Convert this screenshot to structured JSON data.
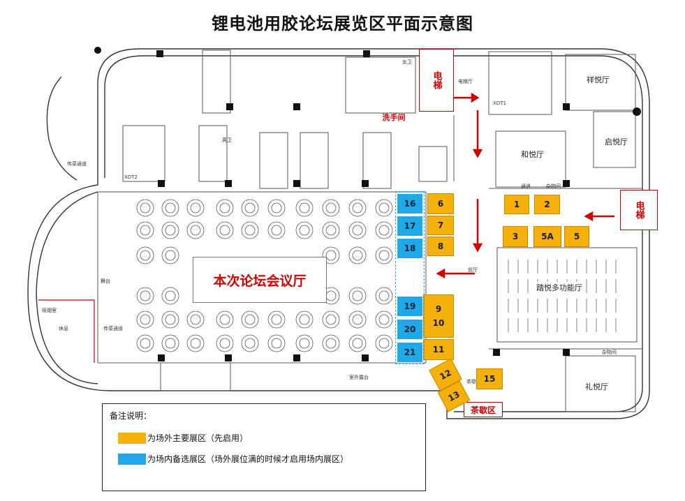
{
  "title": "锂电池用胶论坛展览区平面示意图",
  "hall_label": "本次论坛会议厅",
  "labels": {
    "elevator_top": "电梯",
    "elevator_right": "电梯",
    "washroom": "洗手间",
    "tea_area": "茶歇区"
  },
  "rooms": {
    "xiangyue": "祥悦厅",
    "qiyue": "启悦厅",
    "heyue": "和悦厅",
    "liyue": "礼悦厅",
    "multi": "踏悦多功能厅"
  },
  "small_labels": {
    "female_wc": "女卫",
    "male_wc": "男卫",
    "elevator_hall": "电梯厅",
    "storage1": "杂物间",
    "storage2": "杂物间",
    "front_hall": "前厅",
    "xdt1": "XDT1",
    "xdt2": "XDT2",
    "outdoor": "室外露台",
    "tea_small": "茶歇",
    "pass": "通道",
    "kitchen": "休息",
    "passage_left": "传菜通道",
    "passage_mid": "传菜通道",
    "stage": "舞台",
    "smoke": "吸烟室"
  },
  "booths_main": [
    {
      "id": "1"
    },
    {
      "id": "2"
    },
    {
      "id": "3"
    },
    {
      "id": "5A"
    },
    {
      "id": "5"
    },
    {
      "id": "6"
    },
    {
      "id": "7"
    },
    {
      "id": "8"
    },
    {
      "id": "9"
    },
    {
      "id": "10"
    },
    {
      "id": "11"
    },
    {
      "id": "12"
    },
    {
      "id": "13"
    },
    {
      "id": "15"
    }
  ],
  "booths_backup": [
    {
      "id": "16"
    },
    {
      "id": "17"
    },
    {
      "id": "18"
    },
    {
      "id": "19"
    },
    {
      "id": "20"
    },
    {
      "id": "21"
    }
  ],
  "legend": {
    "title": "备注说明：",
    "main": "为场外主要展区（先启用）",
    "backup": "为场内备选展区（场外展位满的时候才启用场内展区）",
    "main_color": "#f5b10a",
    "backup_color": "#1fa9e8"
  },
  "colors": {
    "arrow": "#d40000",
    "wall": "#222222"
  }
}
